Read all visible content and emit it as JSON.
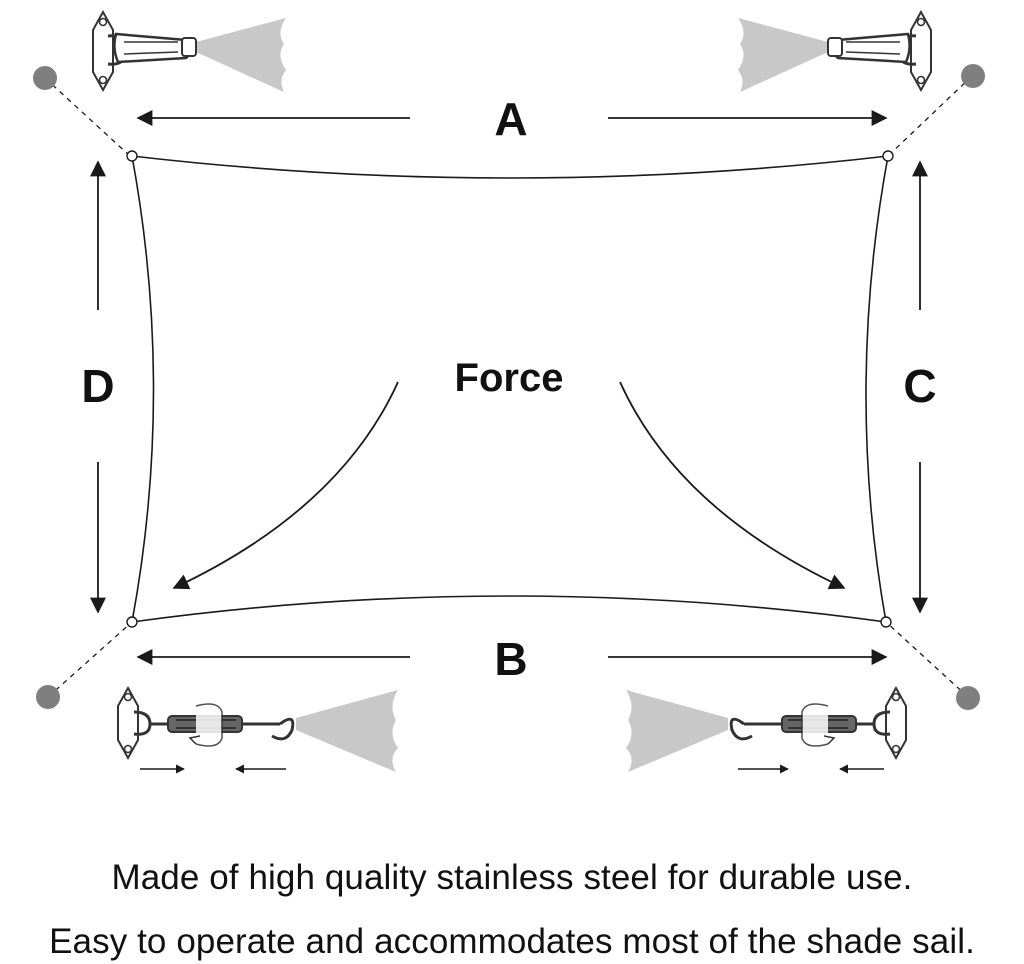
{
  "labels": {
    "top": "A",
    "bottom": "B",
    "right": "C",
    "left": "D",
    "center": "Force"
  },
  "captions": {
    "line1": "Made of high quality stainless steel for durable use.",
    "line2": "Easy to operate and accommodates most of the shade sail."
  },
  "colors": {
    "line": "#1a1a1a",
    "anchor_dot": "#7f7f7f",
    "light_beam": "#c8c8c8",
    "hardware": "#555555"
  },
  "icons": {
    "top_left": "carabiner-icon",
    "top_right": "carabiner-icon",
    "bottom_left": "turnbuckle-icon",
    "bottom_right": "turnbuckle-icon"
  }
}
